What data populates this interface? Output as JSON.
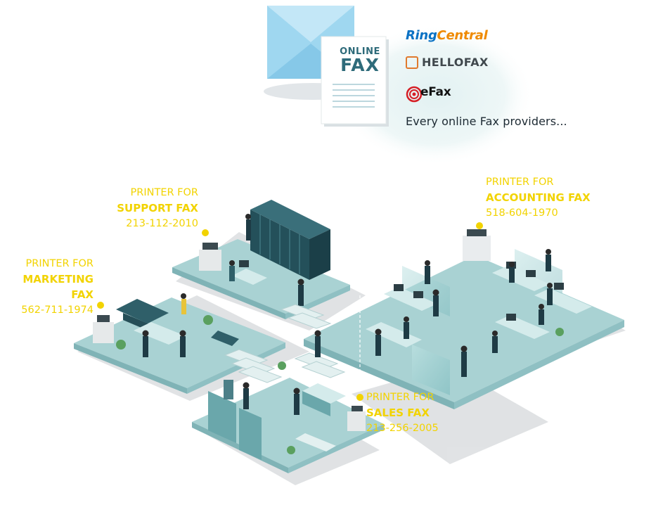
{
  "hero": {
    "document_line1": "ONLINE",
    "document_line2": "FAX",
    "tagline": "Every online Fax providers..."
  },
  "providers": [
    {
      "name": "RingCentral",
      "name_part1": "Ring",
      "name_part2": "Central",
      "icon": "ringcentral-logo"
    },
    {
      "name": "HELLOFAX",
      "icon": "hellofax-logo"
    },
    {
      "name": "eFax",
      "icon": "efax-logo"
    }
  ],
  "printers": [
    {
      "id": "support",
      "line1": "PRINTER FOR",
      "line2": "SUPPORT FAX",
      "number": "213-112-2010"
    },
    {
      "id": "marketing",
      "line1": "PRINTER FOR",
      "line2": "MARKETING FAX",
      "number": "562-711-1974"
    },
    {
      "id": "accounting",
      "line1": "PRINTER FOR",
      "line2": "ACCOUNTING FAX",
      "number": "518-604-1970"
    },
    {
      "id": "sales",
      "line1": "PRINTER FOR",
      "line2": "SALES FAX",
      "number": "213-256-2005"
    }
  ],
  "colors": {
    "label_yellow": "#f2d300",
    "floor_teal": "#a9d2d3",
    "floor_edge": "#7fb3b6",
    "furniture_dark": "#2f5f69",
    "envelope_blue": "#8fd0ee",
    "brand_blue": "#0b72c4",
    "brand_orange": "#ef8a00"
  }
}
